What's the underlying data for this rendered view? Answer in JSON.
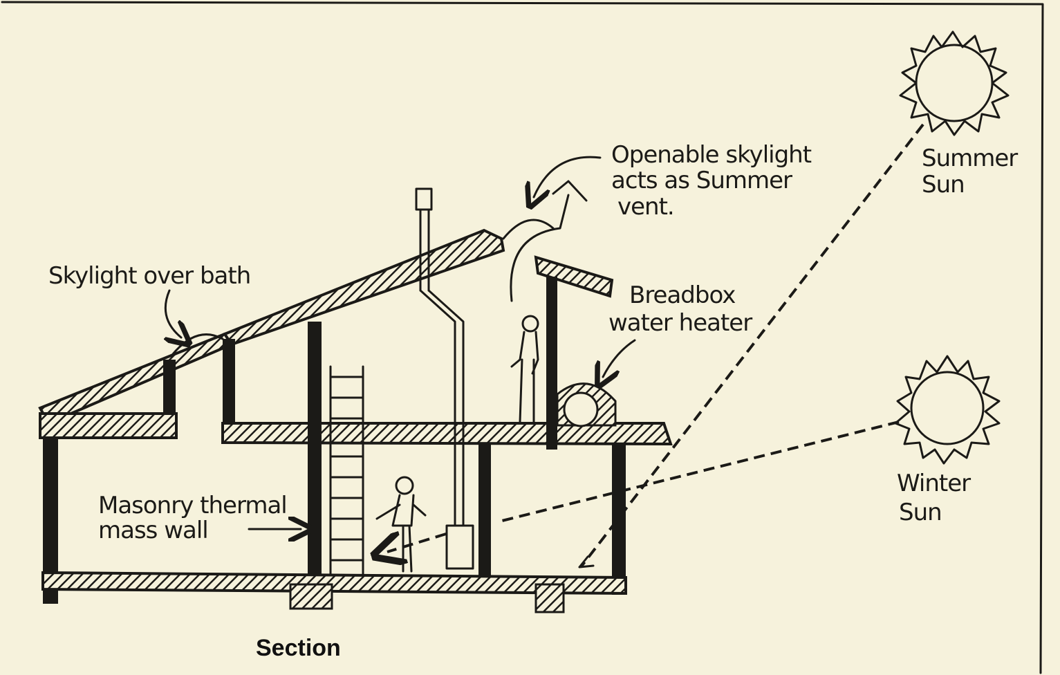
{
  "labels": {
    "skylight_bath": "Skylight over bath",
    "openable_line1": "Openable skylight",
    "openable_line2": "acts as Summer",
    "openable_line3": "vent.",
    "breadbox_line1": "Breadbox",
    "breadbox_line2": "water heater",
    "masonry_line1": "Masonry thermal",
    "masonry_line2": "mass wall",
    "summer_line1": "Summer",
    "summer_line2": "Sun",
    "winter_line1": "Winter",
    "winter_line2": "Sun",
    "caption": "Section"
  },
  "icons": [
    "summer-sun-icon",
    "winter-sun-icon",
    "person-icon",
    "ladder-icon",
    "stove-icon",
    "chimney-icon"
  ],
  "colors": {
    "paper": "#f6f2dc",
    "ink": "#1b1a17"
  }
}
